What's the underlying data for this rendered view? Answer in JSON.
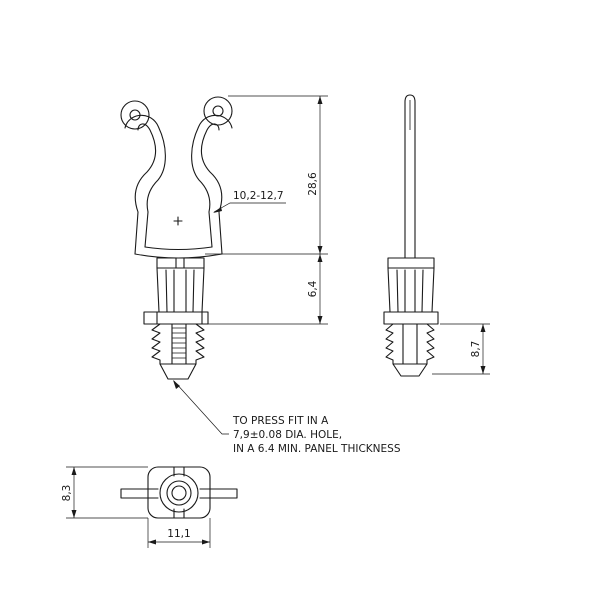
{
  "dimensions": {
    "clip_height": "28,6",
    "base_height": "6,4",
    "loop_diameter": "10,2-12,7",
    "barb_height": "8,7",
    "bottom_depth": "8,3",
    "bottom_width": "11,1"
  },
  "note": {
    "line1": "TO PRESS FIT IN  A",
    "line2": "7,9±0.08 DIA. HOLE,",
    "line3": "IN  A 6.4 MIN. PANEL THICKNESS"
  }
}
